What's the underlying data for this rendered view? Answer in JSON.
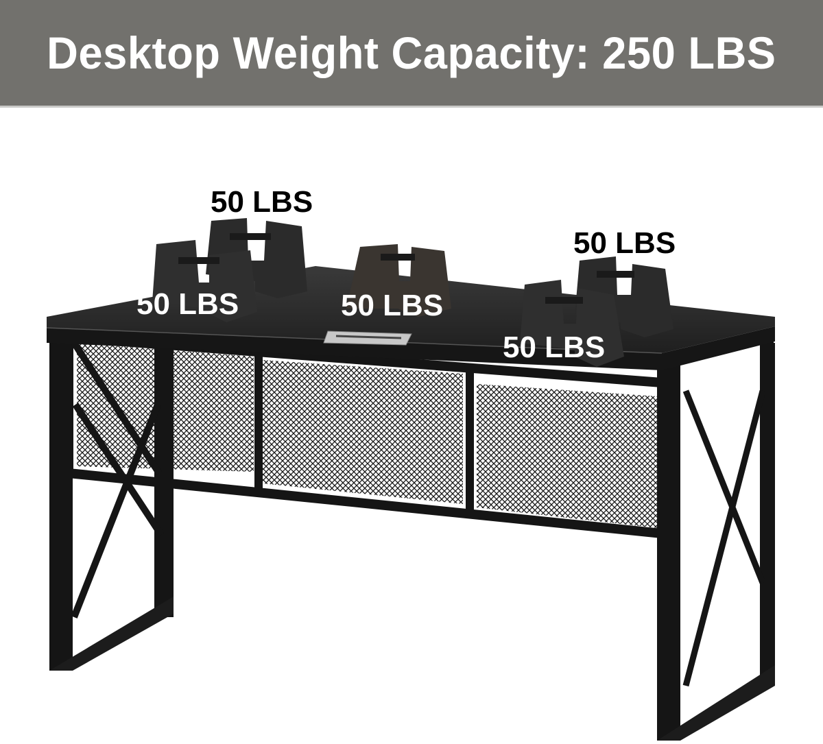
{
  "banner": {
    "title": "Desktop Weight Capacity: 250 LBS",
    "background_color": "#72716d",
    "text_color": "#ffffff"
  },
  "product": {
    "name": "desk",
    "top_color": "#2a2a2a",
    "frame_color": "#151515",
    "grommet_color": "#c8c8c8"
  },
  "weights": [
    {
      "id": "back-left",
      "label": "50 LBS",
      "label_color": "#000000"
    },
    {
      "id": "front-left",
      "label": "50 LBS",
      "label_color": "#ffffff"
    },
    {
      "id": "center",
      "label": "50 LBS",
      "label_color": "#ffffff"
    },
    {
      "id": "back-right",
      "label": "50 LBS",
      "label_color": "#000000"
    },
    {
      "id": "front-right",
      "label": "50 LBS",
      "label_color": "#ffffff"
    }
  ]
}
